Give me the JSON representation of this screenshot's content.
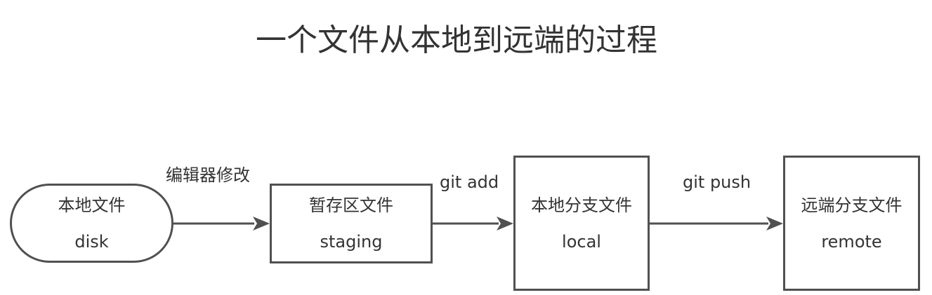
{
  "title": "一个文件从本地到远端的过程",
  "nodes": {
    "disk": {
      "label": "本地文件",
      "sublabel": "disk",
      "shape": "rounded-pill"
    },
    "staging": {
      "label": "暂存区文件",
      "sublabel": "staging",
      "shape": "rectangle"
    },
    "local": {
      "label": "本地分支文件",
      "sublabel": "local",
      "shape": "rectangle"
    },
    "remote": {
      "label": "远端分支文件",
      "sublabel": "remote",
      "shape": "rectangle"
    }
  },
  "edges": [
    {
      "from": "disk",
      "to": "staging",
      "label": "编辑器修改"
    },
    {
      "from": "staging",
      "to": "local",
      "label": "git add"
    },
    {
      "from": "local",
      "to": "remote",
      "label": "git push"
    }
  ],
  "colors": {
    "stroke": "#505050",
    "text": "#333333",
    "background": "#ffffff"
  }
}
